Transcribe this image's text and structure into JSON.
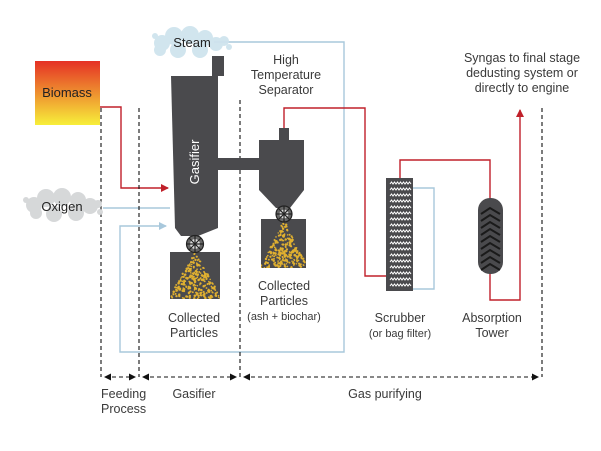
{
  "labels": {
    "steam": "Steam",
    "biomass": "Biomass",
    "oxigen": "Oxigen",
    "gasifier_unit": "Gasifier",
    "separator_line1": "High",
    "separator_line2": "Temperature",
    "separator_line3": "Separator",
    "syngas_line1": "Syngas to final stage",
    "syngas_line2": "dedusting system or",
    "syngas_line3": "directly to engine",
    "collected1_line1": "Collected",
    "collected1_line2": "Particles",
    "collected2_line1": "Collected",
    "collected2_line2": "Particles",
    "collected2_line3": "(ash + biochar)",
    "scrubber_line1": "Scrubber",
    "scrubber_line2": "(or bag filter)",
    "absorption_line1": "Absorption",
    "absorption_line2": "Tower"
  },
  "stages": {
    "feeding_line1": "Feeding",
    "feeding_line2": "Process",
    "gasifier": "Gasifier",
    "gas_purifying": "Gas purifying"
  },
  "colors": {
    "equipment": "#4a4a4d",
    "gas_line": "#c0202a",
    "feed_line": "#a8c8dc",
    "particles": "#e0b030",
    "biomass_top": "#e53125",
    "biomass_bottom": "#f7ef3a"
  }
}
